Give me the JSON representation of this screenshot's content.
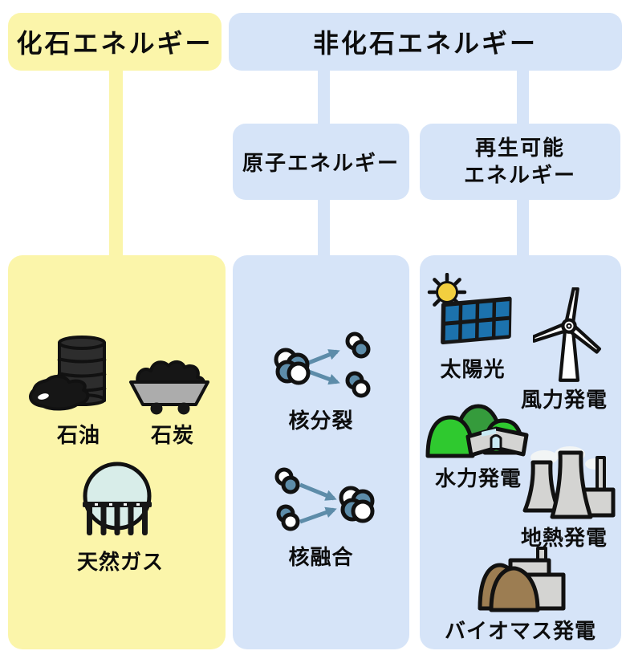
{
  "tree": {
    "fossil": "化石エネルギー",
    "nonfossil": "非化石エネルギー",
    "nuclear": "原子エネルギー",
    "renewable_line1": "再生可能",
    "renewable_line2": "エネルギー"
  },
  "fossil_items": {
    "oil": "石油",
    "coal": "石炭",
    "gas": "天然ガス"
  },
  "nuclear_items": {
    "fission": "核分裂",
    "fusion": "核融合"
  },
  "renewable_items": {
    "solar": "太陽光",
    "wind": "風力発電",
    "hydro": "水力発電",
    "geothermal": "地熱発電",
    "biomass": "バイオマス発電"
  },
  "icons": {
    "oil": "oil-barrel-and-spill-icon",
    "coal": "coal-minecart-icon",
    "gas": "spherical-gas-tank-icon",
    "fission": "atom-splitting-icon",
    "fusion": "atoms-merging-icon",
    "solar": "sun-and-solar-panel-icon",
    "wind": "wind-turbine-icon",
    "hydro": "mountains-and-dam-icon",
    "geothermal": "cooling-towers-plant-icon",
    "biomass": "wood-piles-and-plant-icon"
  },
  "colors": {
    "fossil_bg": "#FBF5AA",
    "nonfossil_bg": "#D6E4F8",
    "text": "#0D0D0D",
    "steel": "#5D8CA9",
    "tank": "#D8EDE9",
    "panel_blue": "#1C72AD",
    "sun": "#F2CF3F",
    "grass": "#2FC92F",
    "hill_dark": "#359B3C",
    "gray_machine": "#D4D4D2",
    "gray_cart": "#ACACAC",
    "brown": "#9C7D52",
    "cyan_water": "#C9E9F2",
    "ink": "#111111"
  }
}
